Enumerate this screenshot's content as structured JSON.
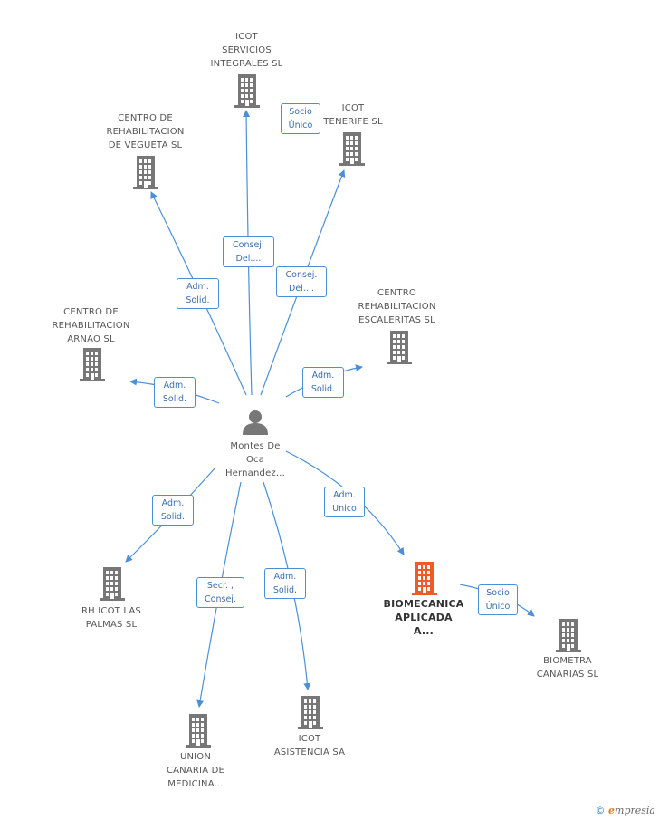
{
  "center": {
    "name": "Montes De\nOca\nHernandez...",
    "icon": "person-icon"
  },
  "companies": [
    {
      "id": "icot-servicios",
      "name": "ICOT\nSERVICIOS\nINTEGRALES  SL",
      "icon": "building-icon",
      "color": "#777777"
    },
    {
      "id": "icot-tenerife",
      "name": "ICOT\nTENERIFE  SL",
      "icon": "building-icon",
      "color": "#777777"
    },
    {
      "id": "centro-vegueta",
      "name": "CENTRO DE\nREHABILITACION\nDE VEGUETA SL",
      "icon": "building-icon",
      "color": "#777777"
    },
    {
      "id": "centro-arnao",
      "name": "CENTRO DE\nREHABILITACION\nARNAO SL",
      "icon": "building-icon",
      "color": "#777777"
    },
    {
      "id": "centro-escaleritas",
      "name": "CENTRO\nREHABILITACION\nESCALERITAS SL",
      "icon": "building-icon",
      "color": "#777777"
    },
    {
      "id": "rh-icot",
      "name": "RH ICOT LAS\nPALMAS SL",
      "icon": "building-icon",
      "color": "#777777"
    },
    {
      "id": "union-canaria",
      "name": "UNION\nCANARIA DE\nMEDICINA...",
      "icon": "building-icon",
      "color": "#777777"
    },
    {
      "id": "icot-asistencia",
      "name": "ICOT\nASISTENCIA SA",
      "icon": "building-icon",
      "color": "#777777"
    },
    {
      "id": "biomecanica",
      "name": "BIOMECANICA\nAPLICADA\nA...",
      "icon": "building-icon",
      "color": "#f05a28",
      "focus": true
    },
    {
      "id": "biometra",
      "name": "BIOMETRA\nCANARIAS SL",
      "icon": "building-icon",
      "color": "#777777"
    }
  ],
  "relations": [
    {
      "to": "icot-servicios",
      "label": "Consej.\nDel...."
    },
    {
      "to": "icot-tenerife",
      "label": "Consej.\nDel...."
    },
    {
      "to": "icot-tenerife",
      "label": "Socio\nÚnico"
    },
    {
      "to": "centro-vegueta",
      "label": "Adm.\nSolid."
    },
    {
      "to": "centro-arnao",
      "label": "Adm.\nSolid."
    },
    {
      "to": "centro-escaleritas",
      "label": "Adm.\nSolid."
    },
    {
      "to": "rh-icot",
      "label": "Adm.\nSolid."
    },
    {
      "to": "union-canaria",
      "label": "Secr. ,\nConsej."
    },
    {
      "to": "icot-asistencia",
      "label": "Adm.\nSolid."
    },
    {
      "to": "biomecanica",
      "label": "Adm.\nUnico"
    },
    {
      "to": "biometra",
      "label": "Socio\nÚnico"
    }
  ],
  "colors": {
    "edge": "#4a90d9",
    "node": "#777777",
    "focus": "#f05a28"
  },
  "brand": {
    "symbol": "©",
    "initial": "e",
    "rest": "mpresia"
  }
}
